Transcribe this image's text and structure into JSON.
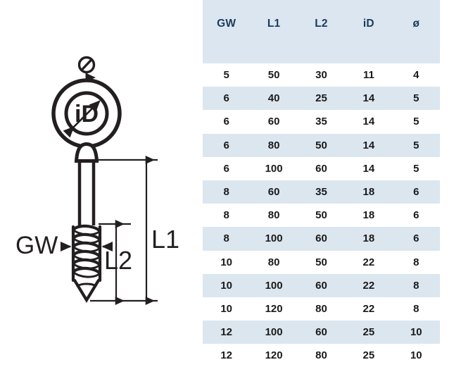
{
  "diagram": {
    "title": "eye-bolt-with-wood-screw-thread",
    "labels": {
      "outer_diameter": "Ø",
      "inner_diameter": "iD",
      "thread": "GW",
      "total_length": "L1",
      "thread_length": "L2"
    },
    "colors": {
      "line": "#231f20",
      "background": "#ffffff"
    }
  },
  "table": {
    "columns": [
      "GW",
      "L1",
      "L2",
      "iD",
      "ø"
    ],
    "header_background": "#dce6f0",
    "header_text_color": "#1b3a5c",
    "row_alt_background": "#dce6ef",
    "rows": [
      [
        "5",
        "50",
        "30",
        "11",
        "4"
      ],
      [
        "6",
        "40",
        "25",
        "14",
        "5"
      ],
      [
        "6",
        "60",
        "35",
        "14",
        "5"
      ],
      [
        "6",
        "80",
        "50",
        "14",
        "5"
      ],
      [
        "6",
        "100",
        "60",
        "14",
        "5"
      ],
      [
        "8",
        "60",
        "35",
        "18",
        "6"
      ],
      [
        "8",
        "80",
        "50",
        "18",
        "6"
      ],
      [
        "8",
        "100",
        "60",
        "18",
        "6"
      ],
      [
        "10",
        "80",
        "50",
        "22",
        "8"
      ],
      [
        "10",
        "100",
        "60",
        "22",
        "8"
      ],
      [
        "10",
        "120",
        "80",
        "22",
        "8"
      ],
      [
        "12",
        "100",
        "60",
        "25",
        "10"
      ],
      [
        "12",
        "120",
        "80",
        "25",
        "10"
      ]
    ]
  }
}
